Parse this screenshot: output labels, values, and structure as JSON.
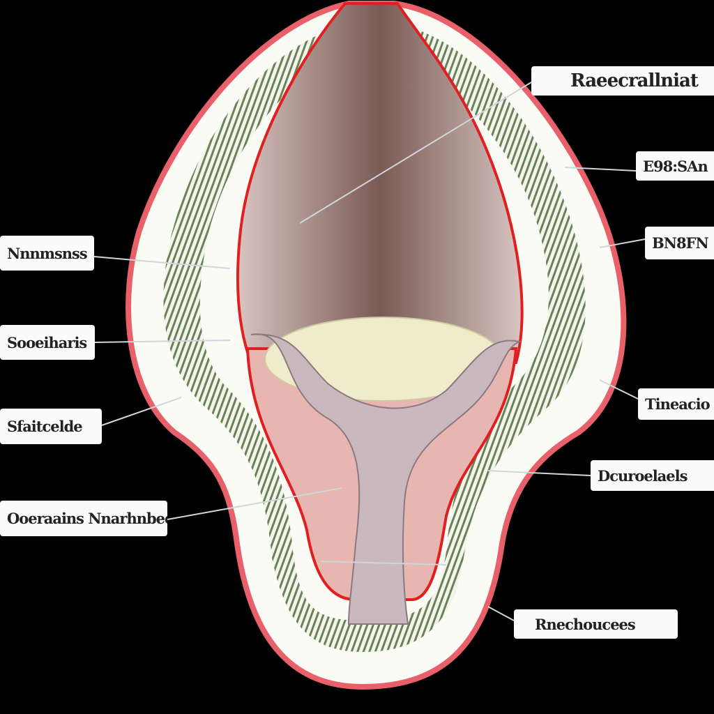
{
  "diagram": {
    "labels_left": [
      {
        "text": "Nnnmsnss"
      },
      {
        "text": "Sooeiharis"
      },
      {
        "text": "Sfaitcelde"
      },
      {
        "text": "Ooeraains Nnarhnbeec"
      }
    ],
    "labels_right": [
      {
        "text": "Raeecrallniat"
      },
      {
        "text": "E98:SAn"
      },
      {
        "text": "BN8FN"
      },
      {
        "text": "Tineacio"
      },
      {
        "text": "Dcuroelaels"
      },
      {
        "text": "Rnechoucees"
      }
    ],
    "colors": {
      "background": "#000000",
      "outer_membrane": "#e8606a",
      "tissue_green": "#4f6b3a",
      "cavity": "#c9aaa4",
      "fluid": "#eeeccb",
      "stalk": "#c9b8bd"
    }
  }
}
